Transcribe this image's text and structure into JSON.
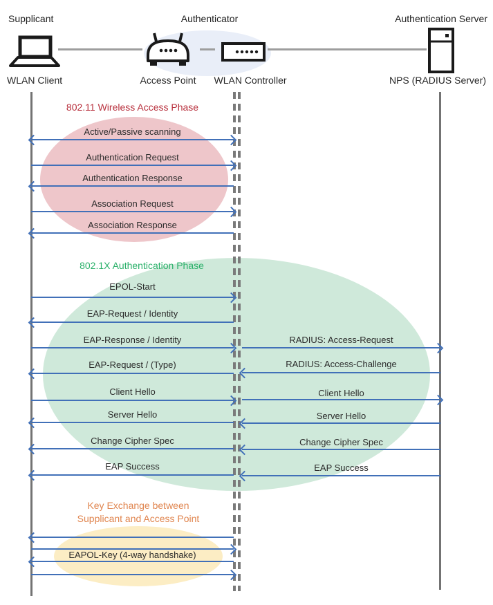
{
  "header": {
    "supplicant": {
      "role": "Supplicant",
      "device": "WLAN Client"
    },
    "authenticator": {
      "role": "Authenticator",
      "access_point": "Access Point",
      "wlan_controller": "WLAN Controller"
    },
    "authentication_server": {
      "role": "Authentication Server",
      "device": "NPS (RADIUS Server)"
    }
  },
  "phases": [
    {
      "title": "802.11 Wireless Access Phase",
      "title_color": "#b8303d",
      "ellipse_color": "#eec6ca"
    },
    {
      "title": "802.1X Authentication Phase",
      "title_color": "#29b069",
      "ellipse_color": "#cfe9da"
    },
    {
      "title_line1": "Key Exchange between",
      "title_line2": "Supplicant and Access Point",
      "title_color": "#e0854f",
      "ellipse_color": "#fcedc4"
    }
  ],
  "messages": [
    {
      "label": "Active/Passive scanning",
      "channel": "client-controller",
      "direction": "both"
    },
    {
      "label": "Authentication Request",
      "channel": "client-controller",
      "direction": "right"
    },
    {
      "label": "Authentication Response",
      "channel": "client-controller",
      "direction": "left"
    },
    {
      "label": "Association Request",
      "channel": "client-controller",
      "direction": "right"
    },
    {
      "label": "Association Response",
      "channel": "client-controller",
      "direction": "left"
    },
    {
      "label": "EPOL-Start",
      "channel": "client-controller",
      "direction": "right"
    },
    {
      "label": "EAP-Request / Identity",
      "channel": "client-controller",
      "direction": "left"
    },
    {
      "label": "EAP-Response / Identity",
      "channel": "client-controller",
      "direction": "right"
    },
    {
      "label": "RADIUS: Access-Request",
      "channel": "controller-server",
      "direction": "right"
    },
    {
      "label": "EAP-Request / (Type)",
      "channel": "client-controller",
      "direction": "left"
    },
    {
      "label": "RADIUS: Access-Challenge",
      "channel": "controller-server",
      "direction": "left"
    },
    {
      "label": "Client Hello",
      "channel": "client-controller",
      "direction": "right"
    },
    {
      "label": "Client Hello",
      "channel": "controller-server",
      "direction": "right"
    },
    {
      "label": "Server Hello",
      "channel": "client-controller",
      "direction": "left"
    },
    {
      "label": "Server Hello",
      "channel": "controller-server",
      "direction": "left"
    },
    {
      "label": "Change Cipher Spec",
      "channel": "client-controller",
      "direction": "left"
    },
    {
      "label": "Change Cipher Spec",
      "channel": "controller-server",
      "direction": "left"
    },
    {
      "label": "EAP Success",
      "channel": "client-controller",
      "direction": "left"
    },
    {
      "label": "EAP Success",
      "channel": "controller-server",
      "direction": "left"
    },
    {
      "label": "",
      "channel": "client-controller",
      "direction": "left"
    },
    {
      "label": "",
      "channel": "client-controller",
      "direction": "right"
    },
    {
      "label": "EAPOL-Key (4-way handshake)",
      "channel": "client-controller",
      "direction": "left"
    },
    {
      "label": "",
      "channel": "client-controller",
      "direction": "right"
    }
  ],
  "colors": {
    "arrow": "#4170b8",
    "lifeline": "#737373",
    "icon_stroke": "#1a1a1a",
    "authenticator_ellipse": "#e9eef8"
  }
}
